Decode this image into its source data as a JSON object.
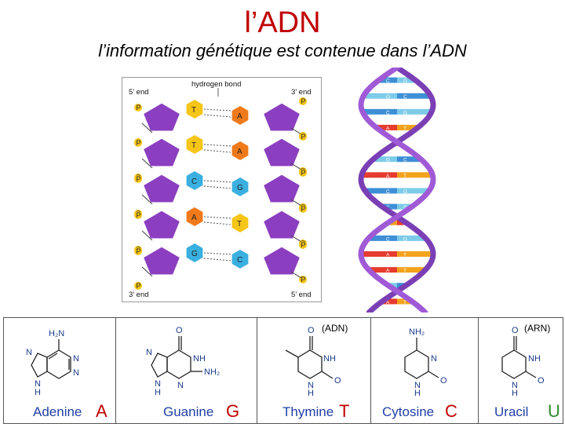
{
  "title": "l’ADN",
  "subtitle": "l’information génétique est contenue dans l’ADN",
  "left_diagram": {
    "top_left_label": "5’ end",
    "top_right_label": "3’ end",
    "bottom_left_label": "3’ end",
    "bottom_right_label": "5’ end",
    "hbond_label": "hydrogen bond",
    "phosphate_label": "P",
    "pairs": [
      {
        "left": "T",
        "right": "A"
      },
      {
        "left": "T",
        "right": "A"
      },
      {
        "left": "C",
        "right": "G"
      },
      {
        "left": "A",
        "right": "T"
      },
      {
        "left": "G",
        "right": "C"
      }
    ]
  },
  "helix": {
    "rungs": [
      {
        "l": "C",
        "r": "G"
      },
      {
        "l": "G",
        "r": "C"
      },
      {
        "l": "C",
        "r": "G"
      },
      {
        "l": "A",
        "r": "T"
      },
      {
        "l": "A",
        "r": "T"
      },
      {
        "l": "G",
        "r": "C"
      },
      {
        "l": "A",
        "r": "T"
      },
      {
        "l": "C",
        "r": "G"
      },
      {
        "l": "C",
        "r": "G"
      },
      {
        "l": "T",
        "r": "A"
      },
      {
        "l": "C",
        "r": "G"
      },
      {
        "l": "A",
        "r": "T"
      },
      {
        "l": "A",
        "r": "T"
      },
      {
        "l": "G",
        "r": "C"
      },
      {
        "l": "A",
        "r": "T"
      }
    ],
    "colors": {
      "A": "#e63b2e",
      "T": "#f2a21b",
      "C": "#3d8fd6",
      "G": "#7ccbe8"
    }
  },
  "bases": [
    {
      "name": "Adenine",
      "letter": "A",
      "letter_color": "#c00000",
      "tag": ""
    },
    {
      "name": "Guanine",
      "letter": "G",
      "letter_color": "#c00000",
      "tag": ""
    },
    {
      "name": "Thymine",
      "letter": "T",
      "letter_color": "#c00000",
      "tag": "(ADN)"
    },
    {
      "name": "Cytosine",
      "letter": "C",
      "letter_color": "#c00000",
      "tag": ""
    },
    {
      "name": "Uracil",
      "letter": "U",
      "letter_color": "#2e8b2e",
      "tag": "(ARN)"
    }
  ]
}
